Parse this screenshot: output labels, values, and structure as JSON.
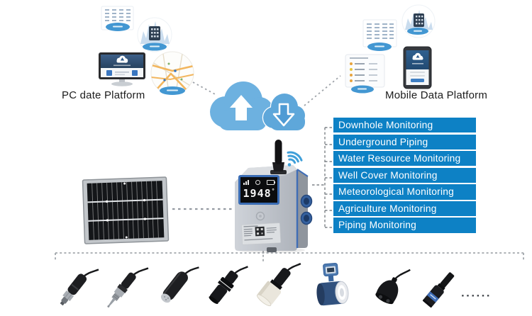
{
  "diagram": {
    "pc_platform_label": "PC date Platform",
    "mobile_platform_label": "Mobile Data Platform",
    "sensors_ellipsis": "······",
    "device": {
      "display_value": "1948",
      "display_unit_mark": "°"
    }
  },
  "monitoring": {
    "items": [
      "Downhole Monitoring",
      "Underground Piping",
      "Water Resource Monitoring",
      "Well Cover Monitoring",
      "Meteorological Monitoring",
      "Agriculture Monitoring",
      "Piping Monitoring"
    ]
  },
  "icons": {
    "cloud_upload": "cloud-upload-icon",
    "cloud_download": "cloud-download-icon",
    "wifi": "wifi-signal-icon",
    "antenna": "antenna-icon",
    "solar_panel": "solar-panel-icon",
    "pc_monitor": "pc-monitor-icon",
    "smartphone": "smartphone-icon",
    "map": "map-icon",
    "data_table": "data-table-icon",
    "city_buildings": "city-buildings-icon",
    "data_list": "data-list-icon",
    "sensors": [
      "pressure-sensor-icon",
      "temperature-probe-icon",
      "water-quality-sensor-icon",
      "level-sensor-icon",
      "ultrasonic-sensor-icon",
      "electromagnetic-flowmeter-icon",
      "well-cover-sensor-icon",
      "soil-sensor-icon"
    ]
  },
  "colors": {
    "monitoring_box_blue": "#0d81c5",
    "cloud_blue": "#6db1e0",
    "cloud_small_blue": "#5ea7da",
    "wifi_blue": "#3f9fd9",
    "display_frame_blue": "#3a6cb4",
    "ribbon_blue": "#4397d2"
  }
}
